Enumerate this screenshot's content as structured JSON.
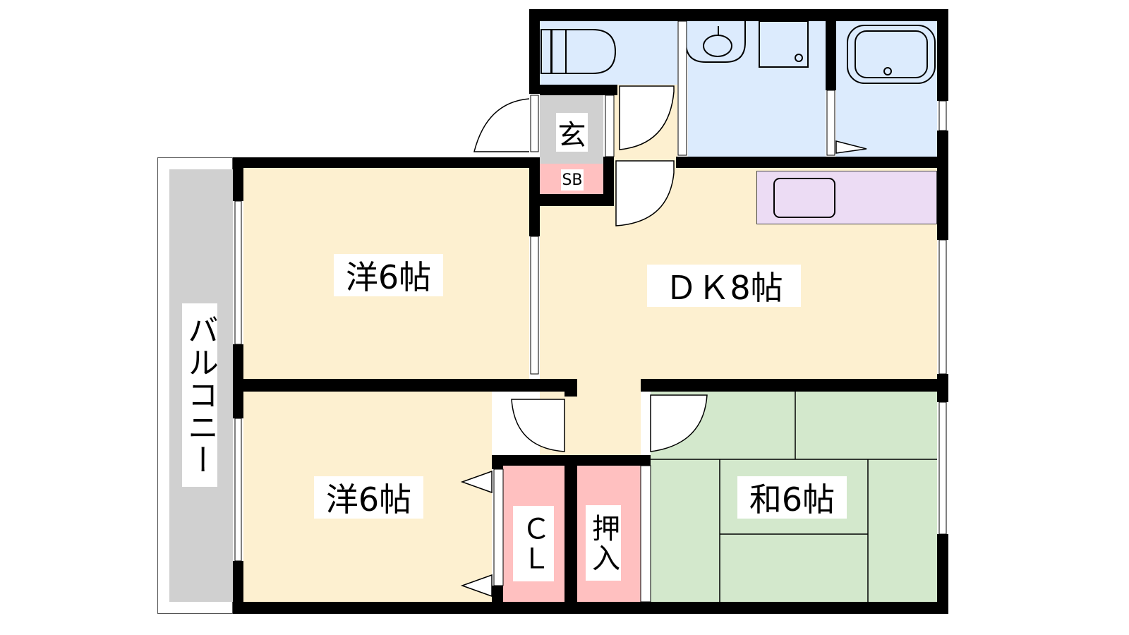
{
  "floorplan": {
    "rooms": {
      "western_room_1": "洋6帖",
      "western_room_2": "洋6帖",
      "dining_kitchen": "ＤＫ8帖",
      "japanese_room": "和6帖",
      "entrance": "玄",
      "shoe_box": "SB",
      "closet": "ＣＬ",
      "oshiire": "押入",
      "balcony": "バルコニー"
    },
    "colors": {
      "western": "#fdf0d0",
      "japanese": "#d3e8cc",
      "wet_area": "#dcebfd",
      "entrance": "#d0d0d0",
      "storage": "#ffc0c0",
      "kitchen": "#ecdcf4",
      "balcony": "#d0d0d0",
      "wall": "#000000"
    }
  }
}
